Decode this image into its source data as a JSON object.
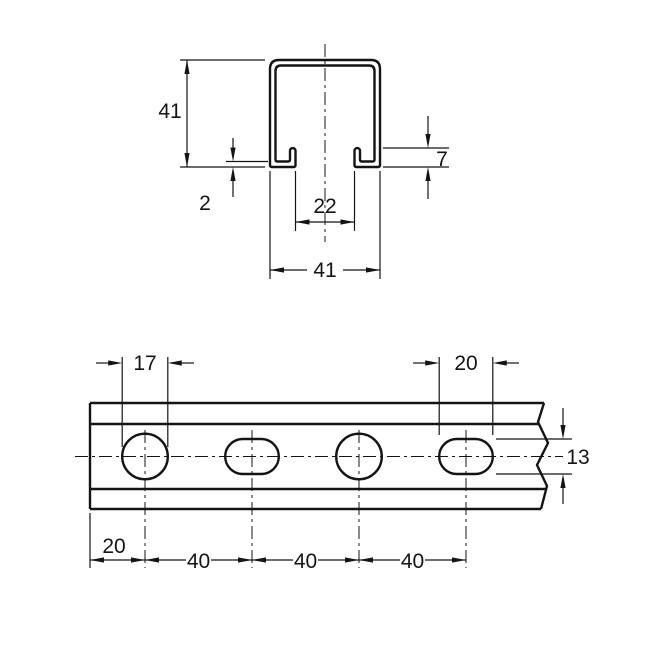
{
  "drawing": {
    "views": {
      "cross_section": {
        "height_label": "41",
        "wall_thickness_label": "2",
        "lip_height_label": "7",
        "slot_opening_label": "22",
        "width_label": "41"
      },
      "plan": {
        "round_hole_diameter_label": "17",
        "slot_hole_length_label": "20",
        "hole_height_label": "13",
        "edge_distance_label": "20",
        "hole_pitch_labels": [
          "40",
          "40",
          "40"
        ]
      }
    },
    "colors": {
      "line": "#141414",
      "background": "#ffffff"
    }
  }
}
